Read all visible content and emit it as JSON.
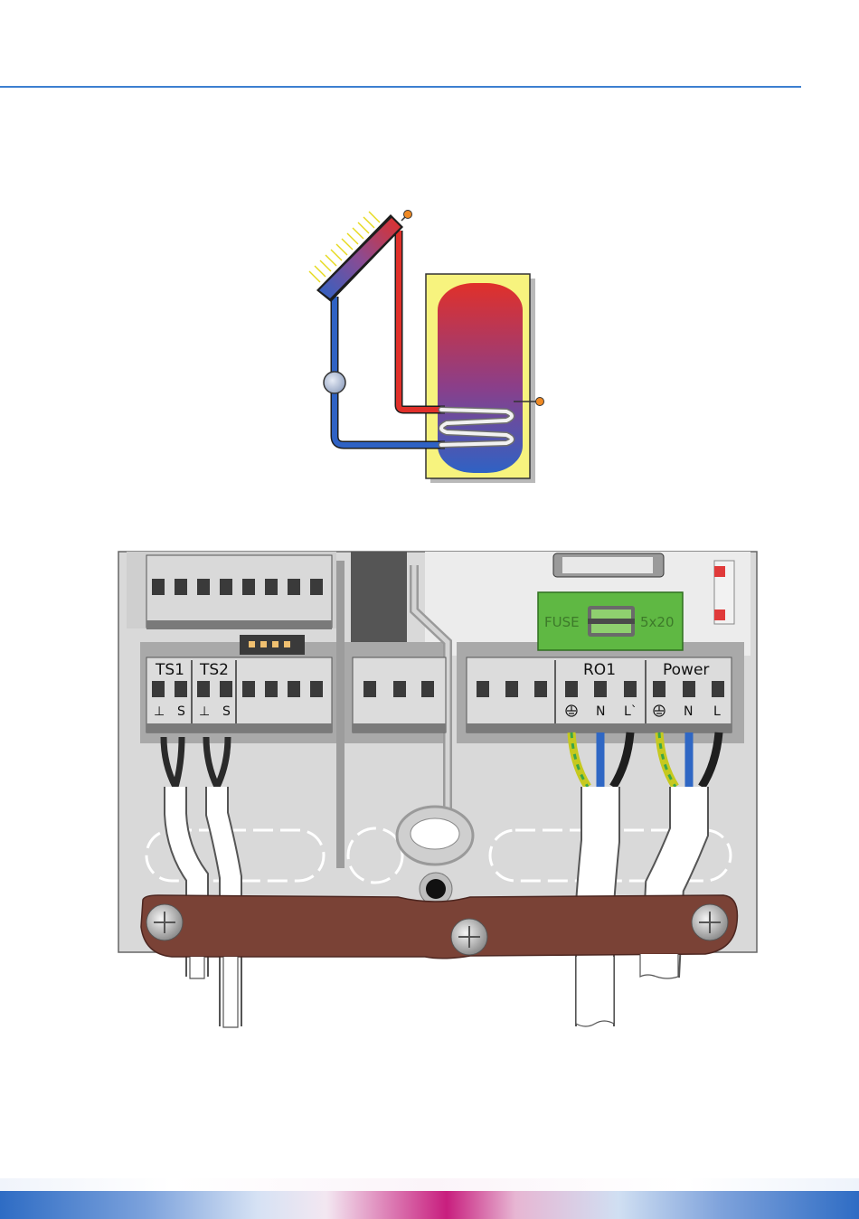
{
  "schematic": {
    "colors": {
      "hot": "#e0302a",
      "cold": "#2f62c4",
      "tank_frame": "#f7f37e",
      "sensor": "#f08a24"
    }
  },
  "terminal_block": {
    "labels": {
      "ts1": "TS1",
      "ts2": "TS2",
      "ro1": "RO1",
      "power": "Power",
      "fuse": "FUSE",
      "fuse_size": "5x20"
    },
    "pin_labels": {
      "ts1_ground": "⊥",
      "ts1_signal": "S",
      "ts2_ground": "⊥",
      "ts2_signal": "S",
      "ro1_n": "N",
      "ro1_l": "L`",
      "power_n": "N",
      "power_l": "L"
    },
    "colors": {
      "housing": "#d6d6d6",
      "clamp": "#7a4236",
      "fuse_panel": "#5fb843",
      "earth_wire": "#c6c91f",
      "neutral_wire": "#2f67c4",
      "live_wire": "#1e1e1e"
    }
  }
}
